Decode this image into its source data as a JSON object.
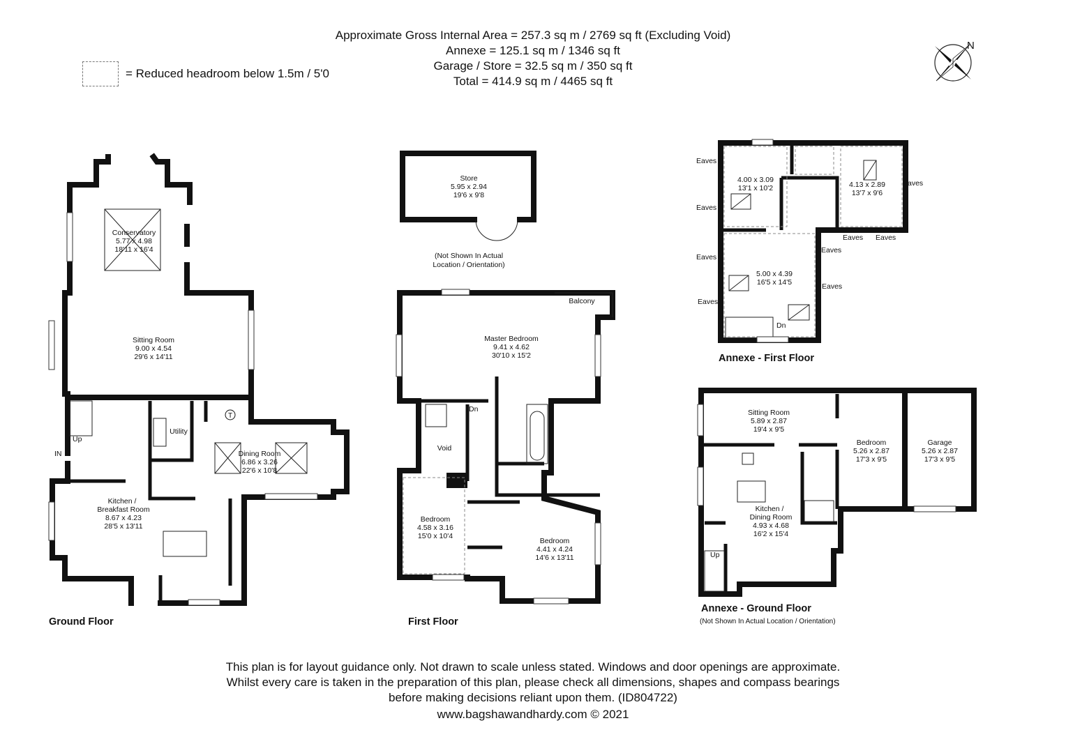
{
  "header": {
    "lines": [
      "Approximate Gross Internal Area = 257.3 sq m / 2769 sq ft (Excluding Void)",
      "Annexe = 125.1 sq m / 1346 sq ft",
      "Garage / Store = 32.5 sq m / 350 sq ft",
      "Total = 414.9 sq m / 4465 sq ft"
    ]
  },
  "legend": {
    "label": "= Reduced headroom below 1.5m / 5'0"
  },
  "compass": {
    "label": "N"
  },
  "floors": {
    "ground": "Ground Floor",
    "first": "First Floor",
    "annexe_first": "Annexe - First Floor",
    "annexe_ground": "Annexe - Ground Floor",
    "annexe_ground_note": "(Not Shown In Actual Location / Orientation)"
  },
  "rooms": {
    "conservatory": {
      "name": "Conservatory",
      "m": "5.77 x 4.98",
      "ft": "18'11 x 16'4"
    },
    "sitting": {
      "name": "Sitting Room",
      "m": "9.00 x 4.54",
      "ft": "29'6 x 14'11"
    },
    "dining": {
      "name": "Dining Room",
      "m": "6.86 x 3.26",
      "ft": "22'6 x 10'8"
    },
    "utility": {
      "name": "Utility"
    },
    "kitchen": {
      "name1": "Kitchen /",
      "name2": "Breakfast Room",
      "m": "8.67 x 4.23",
      "ft": "28'5 x 13'11"
    },
    "store": {
      "name": "Store",
      "m": "5.95 x 2.94",
      "ft": "19'6 x 9'8",
      "note1": "(Not Shown In Actual",
      "note2": "Location / Orientation)"
    },
    "master": {
      "name": "Master Bedroom",
      "m": "9.41 x 4.62",
      "ft": "30'10 x 15'2"
    },
    "balcony": {
      "name": "Balcony"
    },
    "void": {
      "name": "Void"
    },
    "bed2": {
      "name": "Bedroom",
      "m": "4.58 x 3.16",
      "ft": "15'0 x 10'4"
    },
    "bed3": {
      "name": "Bedroom",
      "m": "4.41 x 4.24",
      "ft": "14'6 x 13'11"
    },
    "af_room1": {
      "m": "4.00 x 3.09",
      "ft": "13'1 x 10'2"
    },
    "af_room2": {
      "m": "4.13 x 2.89",
      "ft": "13'7 x 9'6"
    },
    "af_room3": {
      "m": "5.00 x 4.39",
      "ft": "16'5 x 14'5"
    },
    "ag_sitting": {
      "name": "Sitting Room",
      "m": "5.89 x 2.87",
      "ft": "19'4 x 9'5"
    },
    "ag_bed": {
      "name": "Bedroom",
      "m": "5.26 x 2.87",
      "ft": "17'3 x 9'5"
    },
    "garage": {
      "name": "Garage",
      "m": "5.26 x 2.87",
      "ft": "17'3 x 9'5"
    },
    "ag_kitchen": {
      "name1": "Kitchen /",
      "name2": "Dining Room",
      "m": "4.93 x 4.68",
      "ft": "16'2 x 15'4"
    }
  },
  "labels": {
    "up": "Up",
    "in": "IN",
    "dn": "Dn",
    "t": "T",
    "eaves": "Eaves"
  },
  "footer": {
    "lines": [
      "This plan is for layout guidance only. Not drawn to scale unless stated. Windows and door openings are approximate.",
      "Whilst every care is taken in the preparation of this plan, please check all dimensions, shapes and compass bearings",
      "before making decisions reliant upon them. (ID804722)",
      "www.bagshawandhardy.com © 2021"
    ]
  }
}
